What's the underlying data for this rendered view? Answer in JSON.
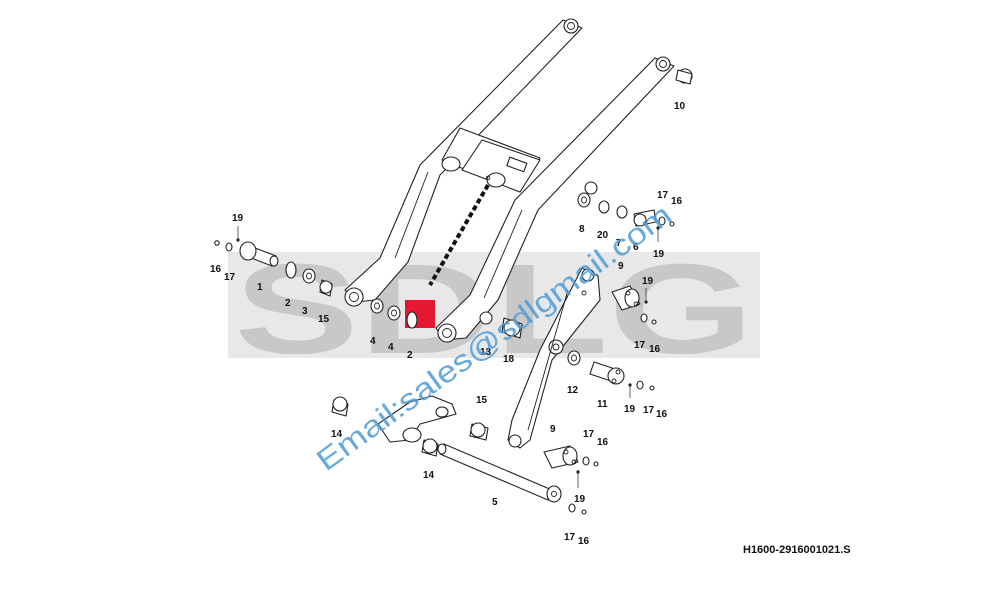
{
  "watermark": {
    "brand_letters": "SDLG",
    "brand_color": "#c8c8c8",
    "brand_accent": "#e2001a",
    "email": "Email:sales@sdlgmail.com",
    "email_color": "#4f9bd6"
  },
  "drawing": {
    "code": "H1600-2916001021.S",
    "line_color": "#222222"
  },
  "callouts": [
    {
      "id": "c19a",
      "label": "19"
    },
    {
      "id": "c16a",
      "label": "16"
    },
    {
      "id": "c17a",
      "label": "17"
    },
    {
      "id": "c1",
      "label": "1"
    },
    {
      "id": "c2a",
      "label": "2"
    },
    {
      "id": "c3",
      "label": "3"
    },
    {
      "id": "c15a",
      "label": "15"
    },
    {
      "id": "c4a",
      "label": "4"
    },
    {
      "id": "c4b",
      "label": "4"
    },
    {
      "id": "c2b",
      "label": "2"
    },
    {
      "id": "c13",
      "label": "13"
    },
    {
      "id": "c18",
      "label": "18"
    },
    {
      "id": "c10",
      "label": "10"
    },
    {
      "id": "c8",
      "label": "8"
    },
    {
      "id": "c20",
      "label": "20"
    },
    {
      "id": "c7",
      "label": "7"
    },
    {
      "id": "c6",
      "label": "6"
    },
    {
      "id": "c17b",
      "label": "17"
    },
    {
      "id": "c16b",
      "label": "16"
    },
    {
      "id": "c19b",
      "label": "19"
    },
    {
      "id": "c9a",
      "label": "9"
    },
    {
      "id": "c19c",
      "label": "19"
    },
    {
      "id": "c17c",
      "label": "17"
    },
    {
      "id": "c16c",
      "label": "16"
    },
    {
      "id": "c12",
      "label": "12"
    },
    {
      "id": "c11",
      "label": "11"
    },
    {
      "id": "c19d",
      "label": "19"
    },
    {
      "id": "c17d",
      "label": "17"
    },
    {
      "id": "c16d",
      "label": "16"
    },
    {
      "id": "c14a",
      "label": "14"
    },
    {
      "id": "c15b",
      "label": "15"
    },
    {
      "id": "c14b",
      "label": "14"
    },
    {
      "id": "c9b",
      "label": "9"
    },
    {
      "id": "c17e",
      "label": "17"
    },
    {
      "id": "c16e",
      "label": "16"
    },
    {
      "id": "c5",
      "label": "5"
    },
    {
      "id": "c19e",
      "label": "19"
    },
    {
      "id": "c17f",
      "label": "17"
    },
    {
      "id": "c16f",
      "label": "16"
    }
  ]
}
